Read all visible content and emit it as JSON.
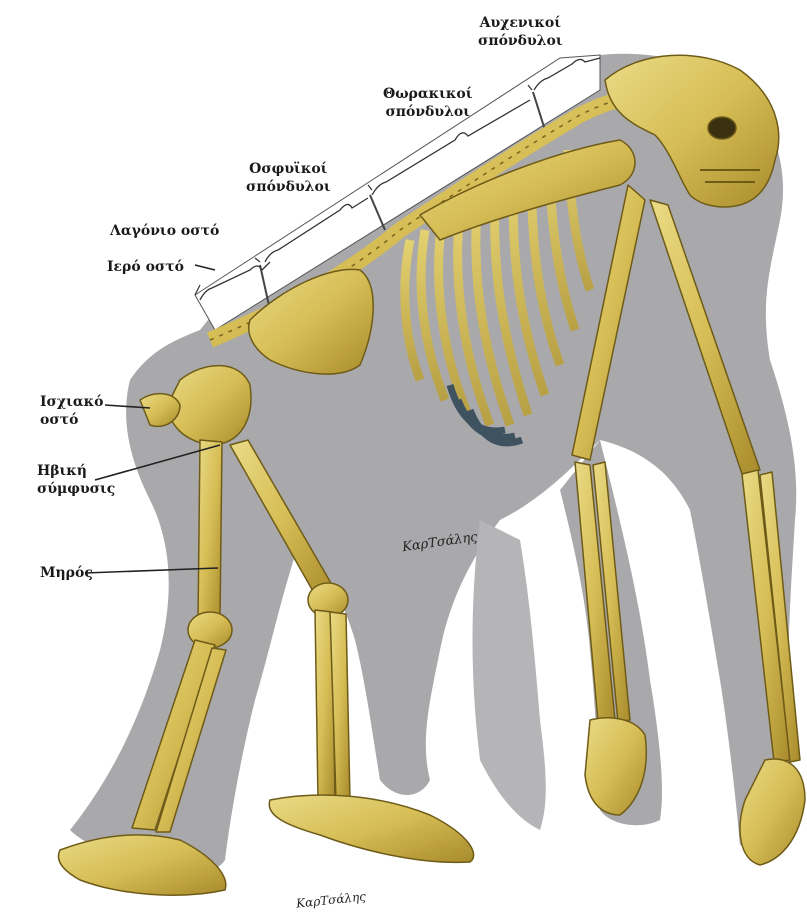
{
  "labels": {
    "cervical": {
      "line1": "Αυχενικοί",
      "line2": "σπόνδυλοι"
    },
    "thoracic": {
      "line1": "Θωρακικοί",
      "line2": "σπόνδυλοι"
    },
    "lumbar": {
      "line1": "Οσφυϊκοί",
      "line2": "σπόνδυλοι"
    },
    "ilium": "Λαγόνιο οστό",
    "sacrum": "Ιερό οστό",
    "ischium": {
      "line1": "Ισχιακό",
      "line2": "οστό"
    },
    "pubic_symphysis": {
      "line1": "Ηβική",
      "line2": "σύμφυσις"
    },
    "femur": "Μηρός"
  },
  "signature": "ΚαρΤσάλης",
  "colors": {
    "bone": "#d8c25a",
    "bone_dark": "#8a7420",
    "bone_shadow": "#b39a36",
    "silhouette": "#a8a8ab",
    "bracket_fill": "#ffffff",
    "label_text": "#1a1a1a"
  }
}
